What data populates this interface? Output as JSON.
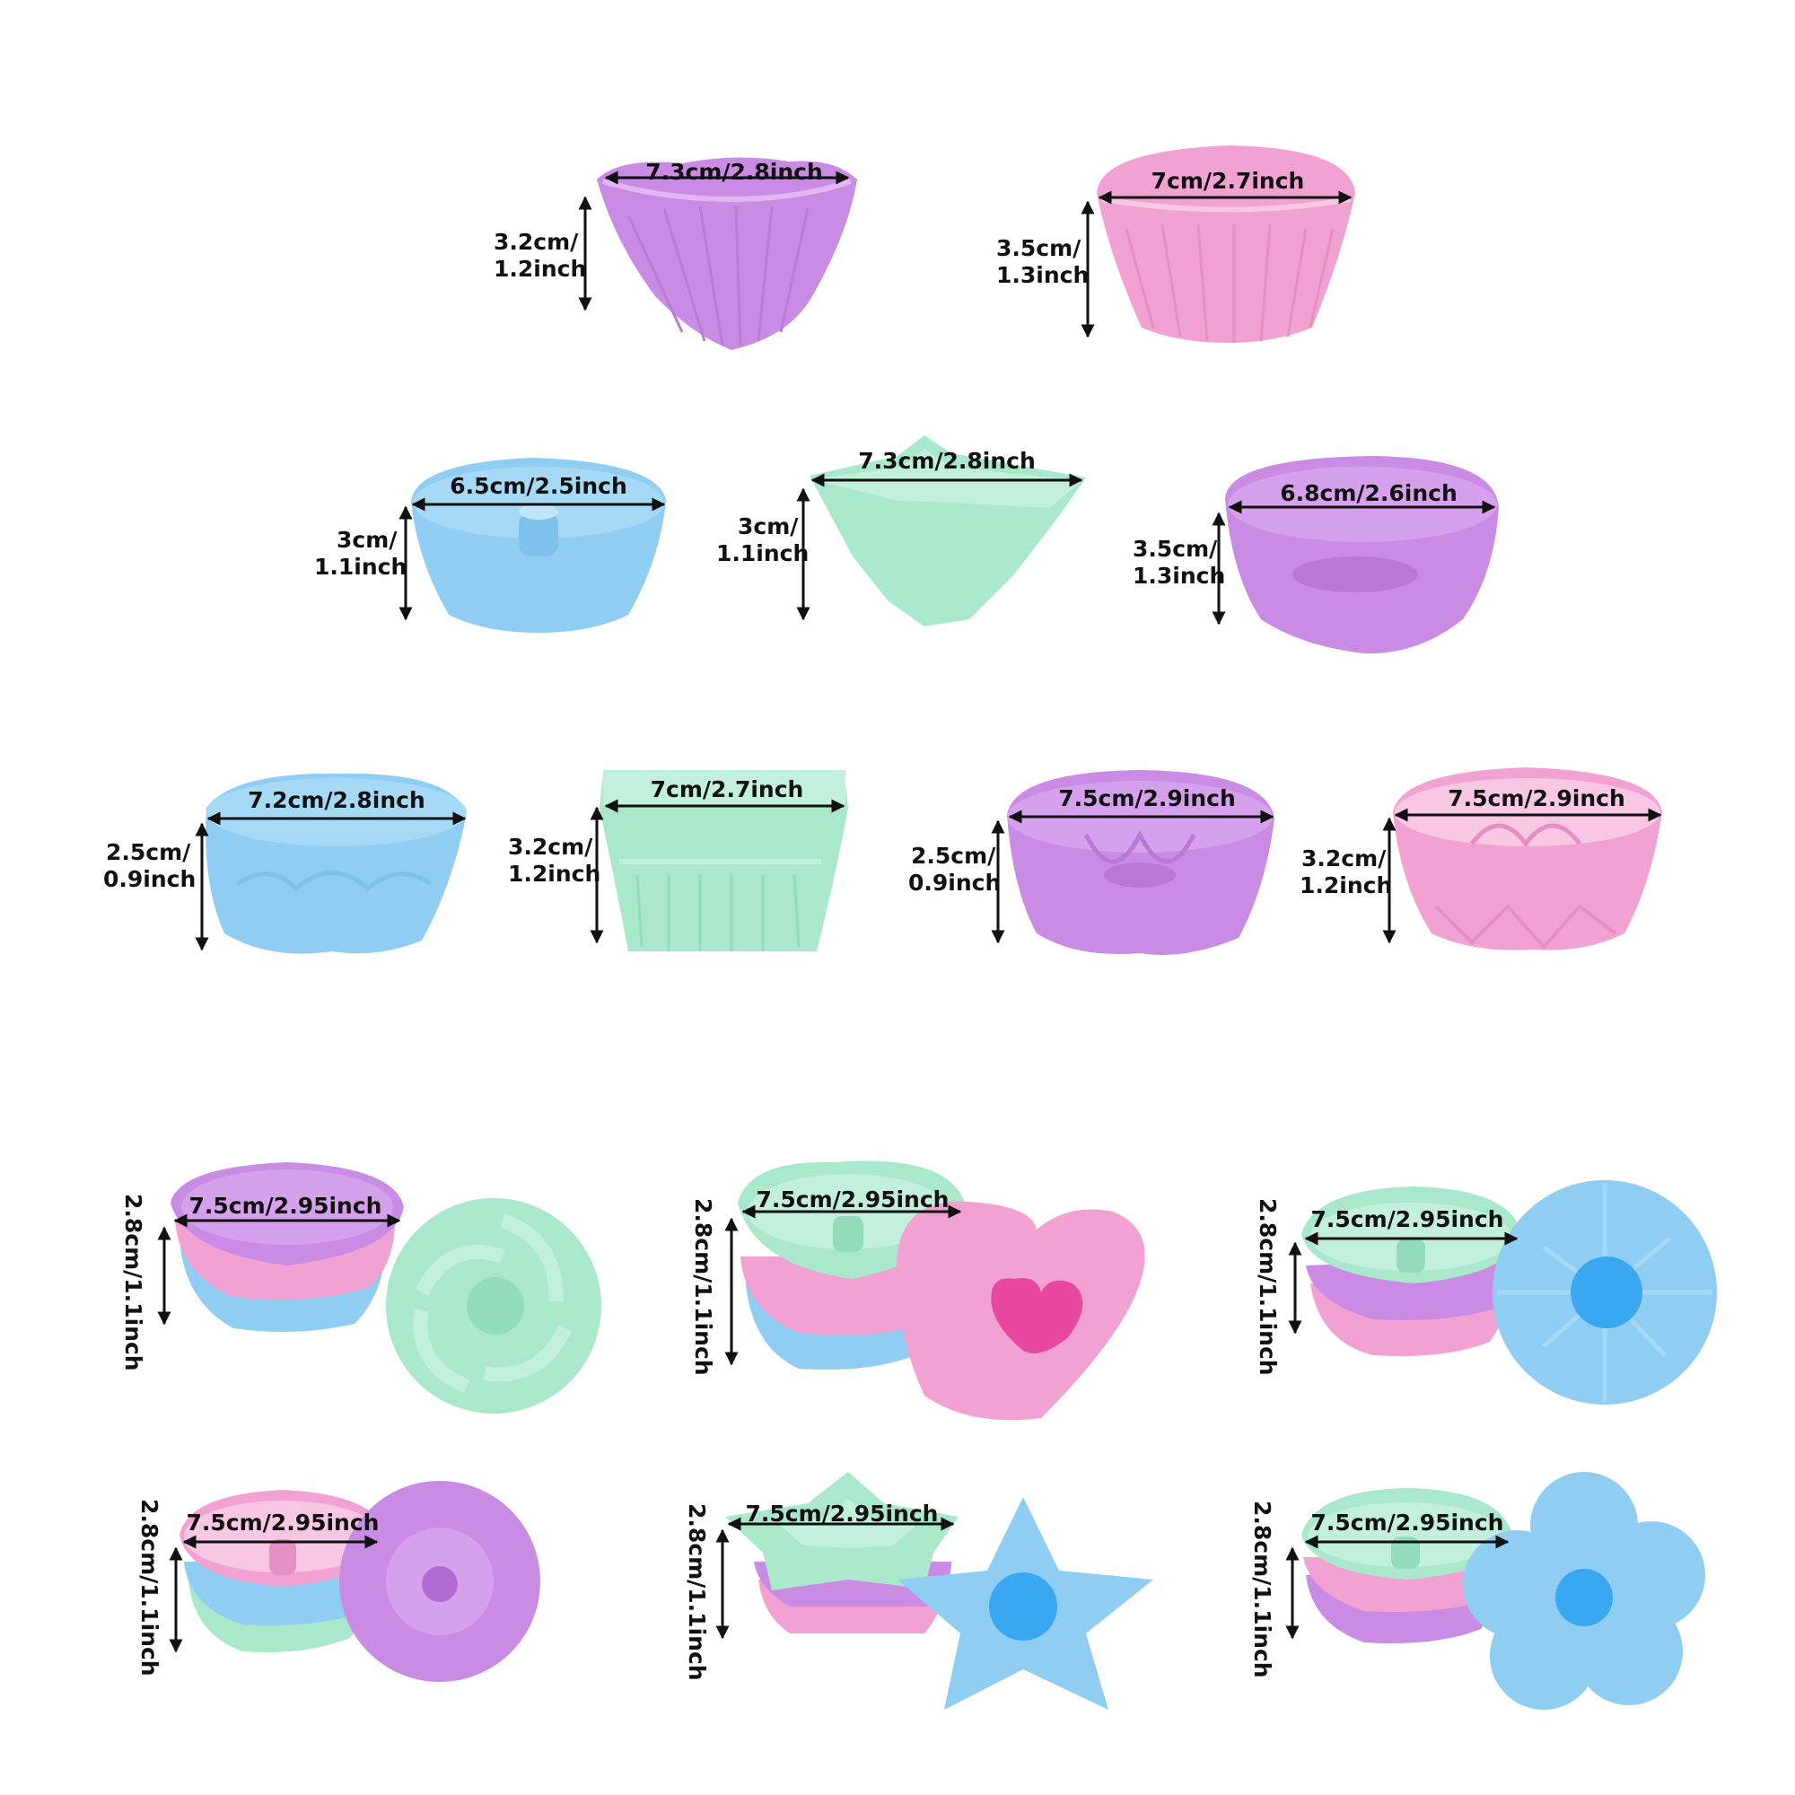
{
  "colors": {
    "purple": "#c98be3",
    "pink": "#f2a2d2",
    "blue": "#8fcdf2",
    "mint": "#a9e8cb",
    "ink": "#111111"
  },
  "cups": [
    {
      "name": "heart-fluted-cup",
      "color": "purple",
      "width": "7.3cm/2.8inch",
      "height_1": "3.2cm/",
      "height_2": "1.2inch"
    },
    {
      "name": "round-fluted-cup",
      "color": "pink",
      "width": "7cm/2.7inch",
      "height_1": "3.5cm/",
      "height_2": "1.3inch"
    },
    {
      "name": "bundt-ring-cup",
      "color": "blue",
      "width": "6.5cm/2.5inch",
      "height_1": "3cm/",
      "height_2": "1.1inch"
    },
    {
      "name": "star-cup",
      "color": "mint",
      "width": "7.3cm/2.8inch",
      "height_1": "3cm/",
      "height_2": "1.1inch"
    },
    {
      "name": "heart-bowl-cup",
      "color": "purple",
      "width": "6.8cm/2.6inch",
      "height_1": "3.5cm/",
      "height_2": "1.3inch"
    },
    {
      "name": "flower-cup",
      "color": "blue",
      "width": "7.2cm/2.8inch",
      "height_1": "2.5cm/",
      "height_2": "0.9inch"
    },
    {
      "name": "square-fluted-cup",
      "color": "mint",
      "width": "7cm/2.7inch",
      "height_1": "3.2cm/",
      "height_2": "1.2inch"
    },
    {
      "name": "sunflower-cup",
      "color": "purple",
      "width": "7.5cm/2.9inch",
      "height_1": "2.5cm/",
      "height_2": "0.9inch"
    },
    {
      "name": "rose-cup",
      "color": "pink",
      "width": "7.5cm/2.9inch",
      "height_1": "3.2cm/",
      "height_2": "1.2inch"
    }
  ],
  "sets": [
    {
      "name": "swirl-bundt-set",
      "width": "7.5cm/2.95inch",
      "height": "2.8cm/1.1inch"
    },
    {
      "name": "heart-donut-set",
      "width": "7.5cm/2.95inch",
      "height": "2.8cm/1.1inch"
    },
    {
      "name": "pumpkin-bundt-set",
      "width": "7.5cm/2.95inch",
      "height": "2.8cm/1.1inch"
    },
    {
      "name": "round-donut-set",
      "width": "7.5cm/2.95inch",
      "height": "2.8cm/1.1inch"
    },
    {
      "name": "star-donut-set",
      "width": "7.5cm/2.95inch",
      "height": "2.8cm/1.1inch"
    },
    {
      "name": "flower-donut-set",
      "width": "7.5cm/2.95inch",
      "height": "2.8cm/1.1inch"
    }
  ]
}
